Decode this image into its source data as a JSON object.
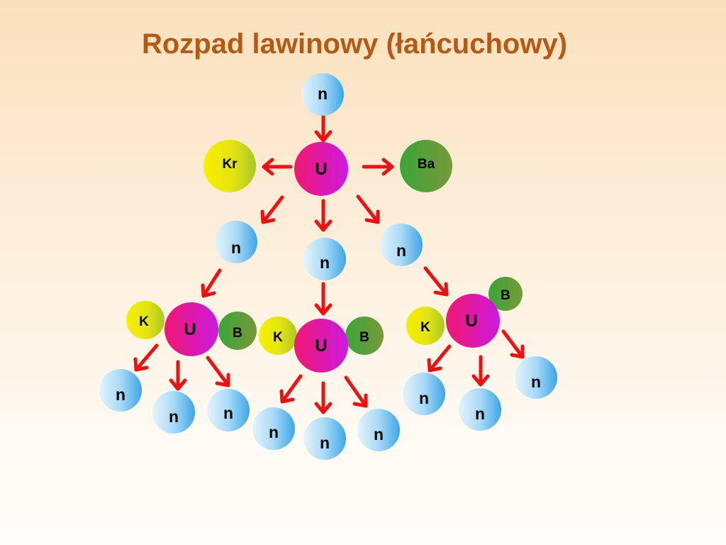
{
  "title": "Rozpad lawinowy (łańcuchowy)",
  "colors": {
    "title": "#b45a12",
    "arrow": "#ee1111",
    "neutron_light": "#e4f4fc",
    "neutron_dark": "#3ca6e8",
    "uranium_pink": "#f01870",
    "uranium_magenta": "#cc1ae0",
    "krypton_yellow": "#f8f000",
    "krypton_green": "#a8c828",
    "barium_green": "#3aa63a",
    "barium_olive": "#78983a"
  },
  "particles": {
    "n_incoming": "n",
    "u_main": "U",
    "kr_main": "Kr",
    "ba_main": "Ba",
    "n_gen1_left": "n",
    "n_gen1_mid": "n",
    "n_gen1_right": "n",
    "u_left": "U",
    "k_left": "K",
    "b_left": "B",
    "u_mid": "U",
    "k_mid": "K",
    "b_mid": "B",
    "u_right": "U",
    "k_right": "K",
    "b_right": "B",
    "n_gen2_left_1": "n",
    "n_gen2_left_2": "n",
    "n_gen2_left_3": "n",
    "n_gen2_mid_1": "n",
    "n_gen2_mid_2": "n",
    "n_gen2_mid_3": "n",
    "n_gen2_right_1": "n",
    "n_gen2_right_2": "n",
    "n_gen2_right_3": "n"
  }
}
